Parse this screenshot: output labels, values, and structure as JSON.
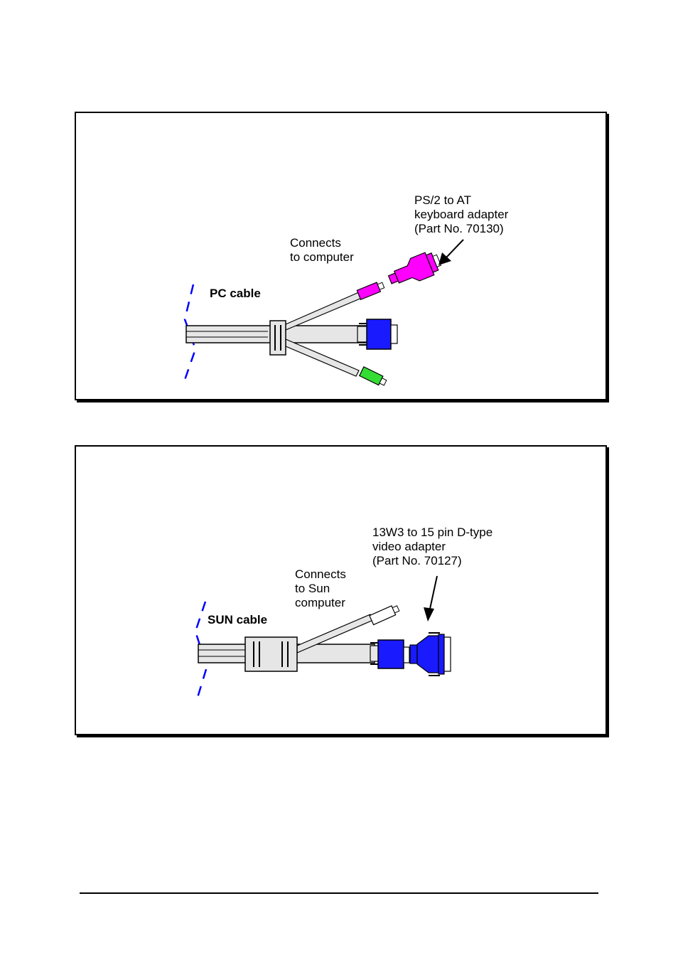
{
  "pc_panel": {
    "cable_label": "PC cable",
    "connects_label": "Connects\nto computer",
    "adapter_label": "PS/2 to AT\nkeyboard adapter\n(Part No. 70130)"
  },
  "sun_panel": {
    "cable_label": "SUN cable",
    "connects_label": "Connects\nto Sun\ncomputer",
    "adapter_label": "13W3 to 15 pin D-type\nvideo adapter\n(Part No. 70127)"
  },
  "colors": {
    "keyboard_plug": "#ff00ff",
    "mouse_plug": "#33dd33",
    "video_plug": "#1a1aff",
    "cable_gray": "#e6e6e6",
    "break_line": "#0000ff"
  }
}
